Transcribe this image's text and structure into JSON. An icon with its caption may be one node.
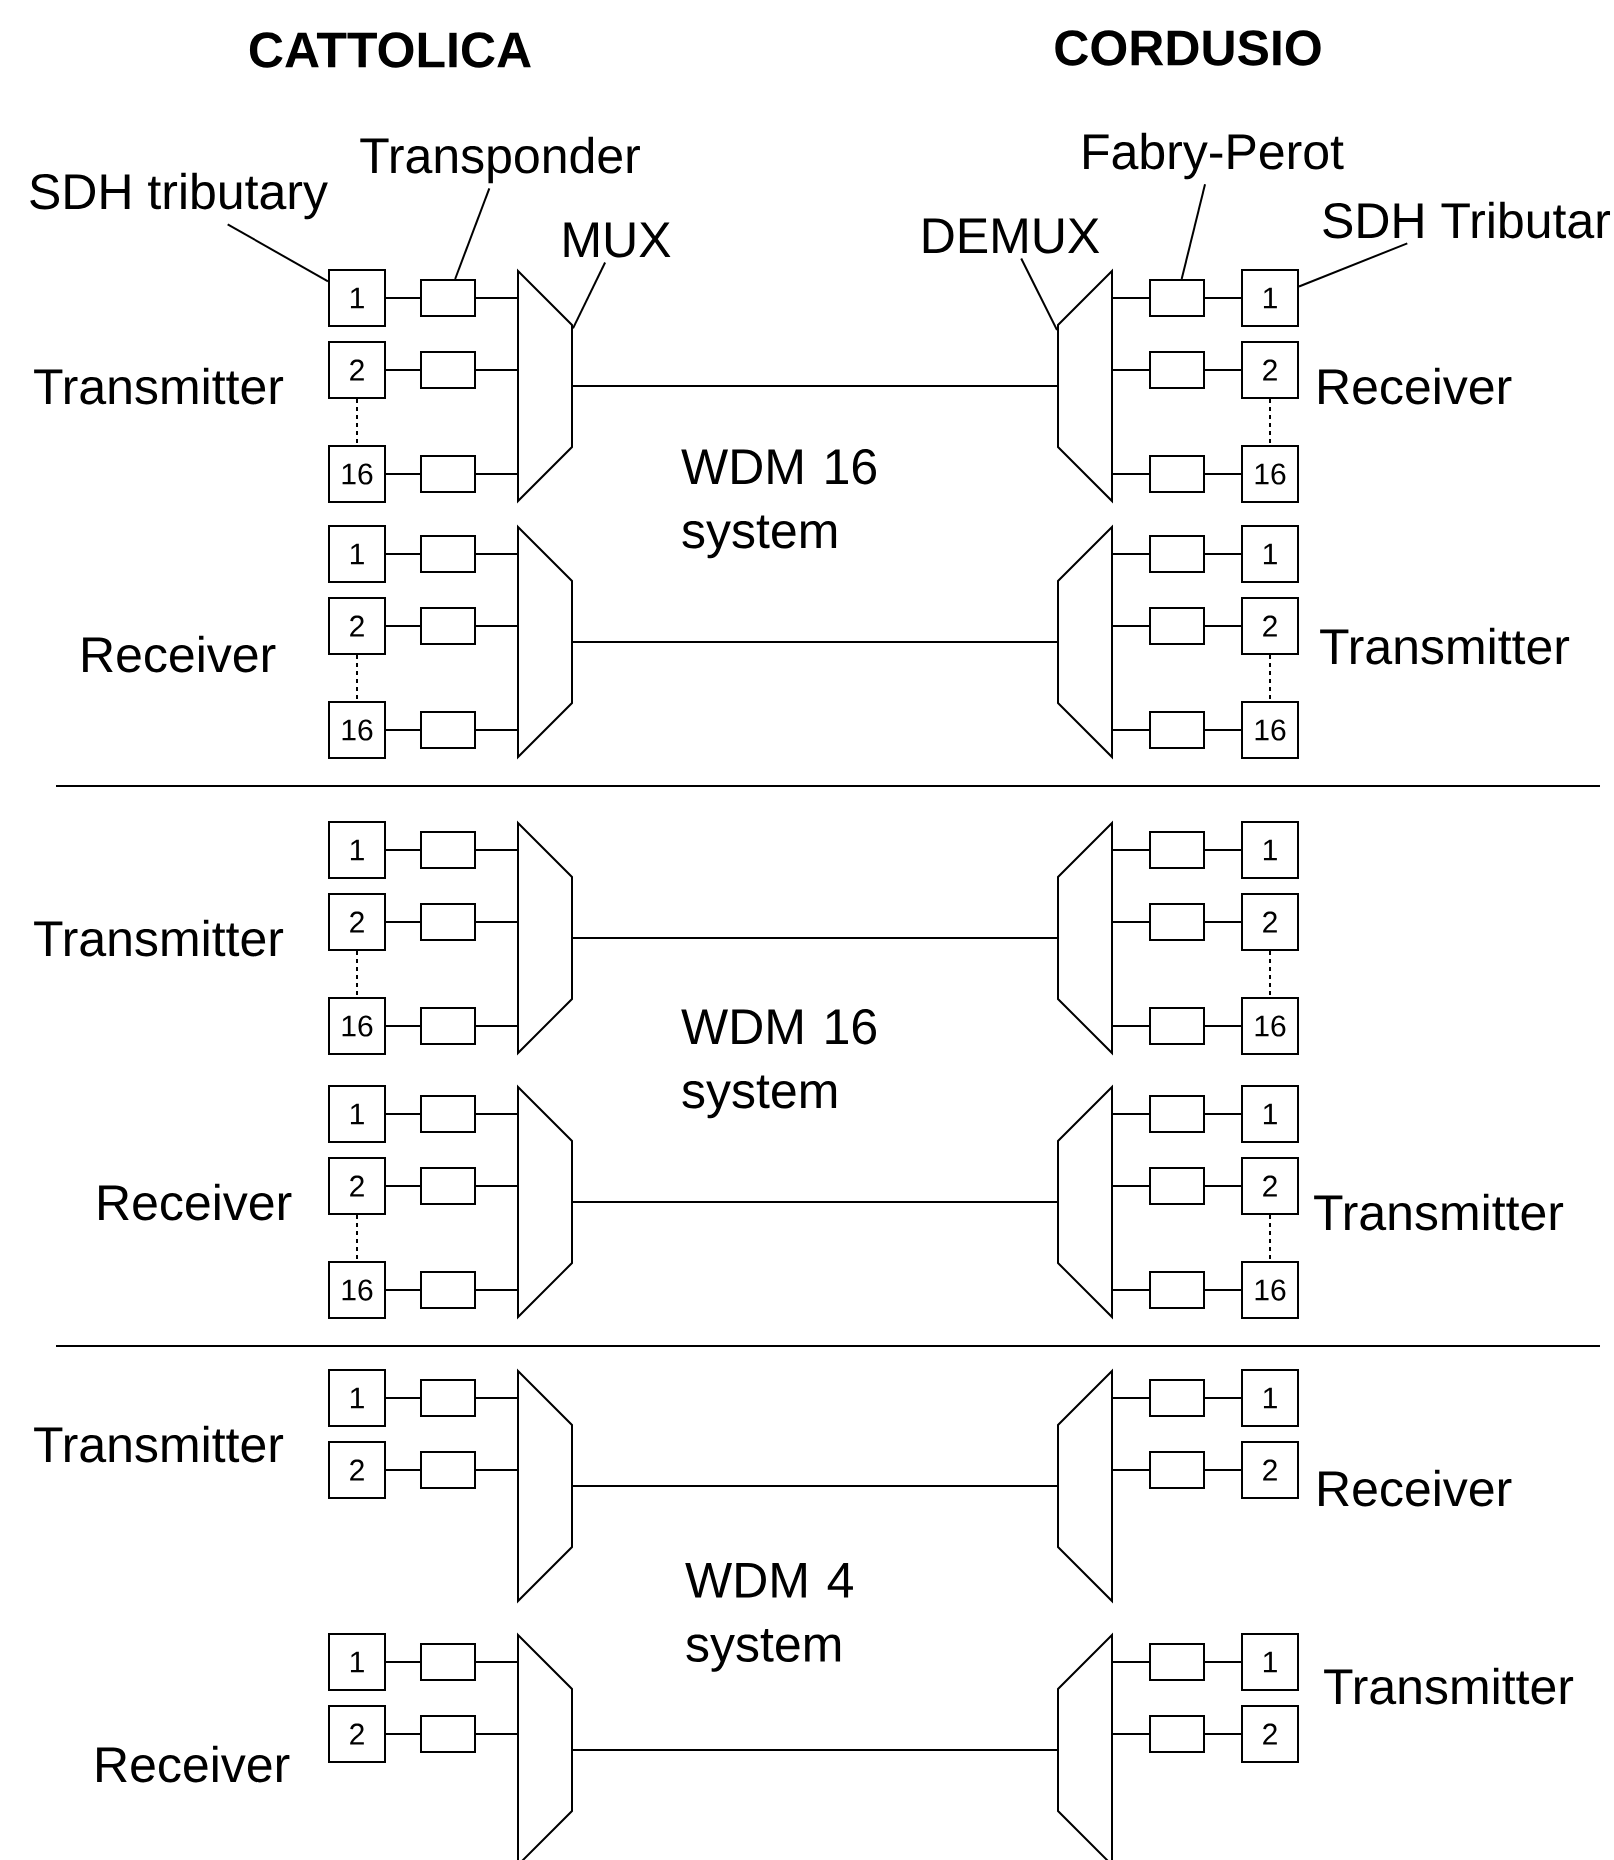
{
  "diagram": {
    "nodes": [
      {
        "text": [
          "SDH tributary"
        ]
      },
      {
        "text": [
          "Transponder"
        ]
      },
      {
        "text": [
          "MUX"
        ]
      },
      {
        "text": [
          "DEMUX"
        ]
      },
      {
        "text": [
          "Fabry-Perot"
        ]
      },
      {
        "text": [
          "SDH Tributar"
        ]
      },
      {
        "text": [
          "1"
        ]
      },
      {
        "text": [
          "2"
        ]
      },
      {
        "text": [
          "16"
        ]
      },
      {
        "text": [],
        "shape": "box"
      },
      {
        "text": [],
        "shape": "box"
      },
      {
        "text": [],
        "shape": "box"
      },
      {
        "text": [],
        "shape": "trapezoid"
      },
      {
        "text": [],
        "shape": "trapezoid"
      },
      {
        "text": [],
        "shape": "box"
      },
      {
        "text": [],
        "shape": "box"
      },
      {
        "text": [],
        "shape": "box"
      },
      {
        "text": [
          "1"
        ]
      },
      {
        "text": [
          "2"
        ]
      },
      {
        "text": [
          "16"
        ]
      },
      {
        "text": [
          "1"
        ]
      },
      {
        "text": [
          "2"
        ]
      },
      {
        "text": [
          "16"
        ]
      },
      {
        "text": [],
        "shape": "box"
      },
      {
        "text": [],
        "shape": "box"
      },
      {
        "text": [],
        "shape": "box"
      },
      {
        "text": [],
        "shape": "trapezoid"
      },
      {
        "text": [],
        "shape": "trapezoid"
      },
      {
        "text": [],
        "shape": "box"
      },
      {
        "text": [],
        "shape": "box"
      },
      {
        "text": [],
        "shape": "box"
      },
      {
        "text": [
          "1"
        ]
      },
      {
        "text": [
          "2"
        ]
      },
      {
        "text": [
          "16"
        ]
      },
      {
        "text": [
          "1"
        ]
      },
      {
        "text": [
          "2"
        ]
      },
      {
        "text": [
          "16"
        ]
      },
      {
        "text": [],
        "shape": "box"
      },
      {
        "text": [],
        "shape": "box"
      },
      {
        "text": [],
        "shape": "box"
      },
      {
        "text": [],
        "shape": "trapezoid"
      },
      {
        "text": [],
        "shape": "trapezoid"
      },
      {
        "text": [],
        "shape": "box"
      },
      {
        "text": [],
        "shape": "box"
      },
      {
        "text": [],
        "shape": "box"
      },
      {
        "text": [
          "1"
        ]
      },
      {
        "text": [
          "2"
        ]
      },
      {
        "text": [
          "16"
        ]
      },
      {
        "text": [
          "1"
        ]
      },
      {
        "text": [
          "2"
        ]
      },
      {
        "text": [
          "16"
        ]
      },
      {
        "text": [],
        "shape": "box"
      },
      {
        "text": [],
        "shape": "box"
      },
      {
        "text": [],
        "shape": "box"
      },
      {
        "text": [],
        "shape": "trapezoid"
      },
      {
        "text": [],
        "shape": "trapezoid"
      },
      {
        "text": [],
        "shape": "box"
      },
      {
        "text": [],
        "shape": "box"
      },
      {
        "text": [],
        "shape": "box"
      },
      {
        "text": [
          "1"
        ]
      },
      {
        "text": [
          "2"
        ]
      },
      {
        "text": [
          "16"
        ]
      },
      {
        "text": [
          "1"
        ]
      },
      {
        "text": [
          "2"
        ]
      },
      {
        "text": [],
        "shape": "box"
      },
      {
        "text": [],
        "shape": "box"
      },
      {
        "text": [],
        "shape": "trapezoid"
      },
      {
        "text": [],
        "shape": "trapezoid"
      },
      {
        "text": [],
        "shape": "box"
      },
      {
        "text": [],
        "shape": "box"
      },
      {
        "text": [
          "1"
        ]
      },
      {
        "text": [
          "2"
        ]
      },
      {
        "text": [
          "1"
        ]
      },
      {
        "text": [
          "2"
        ]
      },
      {
        "text": [],
        "shape": "box"
      },
      {
        "text": [],
        "shape": "box"
      },
      {
        "text": [],
        "shape": "trapezoid"
      },
      {
        "text": [],
        "shape": "trapezoid"
      },
      {
        "text": [],
        "shape": "box"
      },
      {
        "text": [],
        "shape": "box"
      },
      {
        "text": [
          "1"
        ]
      },
      {
        "text": [
          "2"
        ]
      }
    ],
    "edges": [
      {
        "from": 0,
        "to": 6,
        "arrow": "none"
      },
      {
        "from": 1,
        "to": 9,
        "arrow": "none"
      },
      {
        "from": 2,
        "to": 12,
        "arrow": "none"
      },
      {
        "from": 3,
        "to": 13,
        "arrow": "none"
      },
      {
        "from": 4,
        "to": 14,
        "arrow": "none"
      },
      {
        "from": 5,
        "to": 17,
        "arrow": "none"
      },
      {
        "from": 6,
        "to": 9,
        "arrow": "none"
      },
      {
        "from": 7,
        "to": 10,
        "arrow": "none"
      },
      {
        "from": 8,
        "to": 11,
        "arrow": "none"
      },
      {
        "from": 9,
        "to": 12,
        "arrow": "none"
      },
      {
        "from": 10,
        "to": 12,
        "arrow": "none"
      },
      {
        "from": 11,
        "to": 12,
        "arrow": "none"
      },
      {
        "from": 12,
        "to": 13,
        "arrow": "none"
      },
      {
        "from": 13,
        "to": 14,
        "arrow": "none"
      },
      {
        "from": 13,
        "to": 15,
        "arrow": "none"
      },
      {
        "from": 13,
        "to": 16,
        "arrow": "none"
      },
      {
        "from": 14,
        "to": 17,
        "arrow": "none"
      },
      {
        "from": 15,
        "to": 18,
        "arrow": "none"
      },
      {
        "from": 16,
        "to": 19,
        "arrow": "none"
      },
      {
        "from": 7,
        "to": 8,
        "arrow": "none",
        "style": "dashed"
      },
      {
        "from": 18,
        "to": 19,
        "arrow": "none",
        "style": "dashed"
      },
      {
        "from": 20,
        "to": 23,
        "arrow": "none"
      },
      {
        "from": 21,
        "to": 24,
        "arrow": "none"
      },
      {
        "from": 22,
        "to": 25,
        "arrow": "none"
      },
      {
        "from": 23,
        "to": 26,
        "arrow": "none"
      },
      {
        "from": 24,
        "to": 26,
        "arrow": "none"
      },
      {
        "from": 25,
        "to": 26,
        "arrow": "none"
      },
      {
        "from": 26,
        "to": 27,
        "arrow": "none"
      },
      {
        "from": 27,
        "to": 28,
        "arrow": "none"
      },
      {
        "from": 27,
        "to": 29,
        "arrow": "none"
      },
      {
        "from": 27,
        "to": 30,
        "arrow": "none"
      },
      {
        "from": 28,
        "to": 31,
        "arrow": "none"
      },
      {
        "from": 29,
        "to": 32,
        "arrow": "none"
      },
      {
        "from": 30,
        "to": 33,
        "arrow": "none"
      },
      {
        "from": 21,
        "to": 22,
        "arrow": "none",
        "style": "dashed"
      },
      {
        "from": 32,
        "to": 33,
        "arrow": "none",
        "style": "dashed"
      },
      {
        "from": 34,
        "to": 37,
        "arrow": "none"
      },
      {
        "from": 35,
        "to": 38,
        "arrow": "none"
      },
      {
        "from": 36,
        "to": 39,
        "arrow": "none"
      },
      {
        "from": 37,
        "to": 40,
        "arrow": "none"
      },
      {
        "from": 38,
        "to": 40,
        "arrow": "none"
      },
      {
        "from": 39,
        "to": 40,
        "arrow": "none"
      },
      {
        "from": 40,
        "to": 41,
        "arrow": "none"
      },
      {
        "from": 41,
        "to": 42,
        "arrow": "none"
      },
      {
        "from": 41,
        "to": 43,
        "arrow": "none"
      },
      {
        "from": 41,
        "to": 44,
        "arrow": "none"
      },
      {
        "from": 42,
        "to": 45,
        "arrow": "none"
      },
      {
        "from": 43,
        "to": 46,
        "arrow": "none"
      },
      {
        "from": 44,
        "to": 47,
        "arrow": "none"
      },
      {
        "from": 35,
        "to": 36,
        "arrow": "none",
        "style": "dashed"
      },
      {
        "from": 46,
        "to": 47,
        "arrow": "none",
        "style": "dashed"
      },
      {
        "from": 48,
        "to": 51,
        "arrow": "none"
      },
      {
        "from": 49,
        "to": 52,
        "arrow": "none"
      },
      {
        "from": 50,
        "to": 53,
        "arrow": "none"
      },
      {
        "from": 51,
        "to": 54,
        "arrow": "none"
      },
      {
        "from": 52,
        "to": 54,
        "arrow": "none"
      },
      {
        "from": 53,
        "to": 54,
        "arrow": "none"
      },
      {
        "from": 54,
        "to": 55,
        "arrow": "none"
      },
      {
        "from": 55,
        "to": 56,
        "arrow": "none"
      },
      {
        "from": 55,
        "to": 57,
        "arrow": "none"
      },
      {
        "from": 55,
        "to": 58,
        "arrow": "none"
      },
      {
        "from": 56,
        "to": 59,
        "arrow": "none"
      },
      {
        "from": 57,
        "to": 60,
        "arrow": "none"
      },
      {
        "from": 58,
        "to": 61,
        "arrow": "none"
      },
      {
        "from": 49,
        "to": 50,
        "arrow": "none",
        "style": "dashed"
      },
      {
        "from": 60,
        "to": 61,
        "arrow": "none",
        "style": "dashed"
      },
      {
        "from": 62,
        "to": 64,
        "arrow": "none"
      },
      {
        "from": 63,
        "to": 65,
        "arrow": "none"
      },
      {
        "from": 64,
        "to": 66,
        "arrow": "none"
      },
      {
        "from": 65,
        "to": 66,
        "arrow": "none"
      },
      {
        "from": 66,
        "to": 67,
        "arrow": "none"
      },
      {
        "from": 67,
        "to": 68,
        "arrow": "none"
      },
      {
        "from": 67,
        "to": 69,
        "arrow": "none"
      },
      {
        "from": 68,
        "to": 70,
        "arrow": "none"
      },
      {
        "from": 69,
        "to": 71,
        "arrow": "none"
      },
      {
        "from": 72,
        "to": 74,
        "arrow": "none"
      },
      {
        "from": 73,
        "to": 75,
        "arrow": "none"
      },
      {
        "from": 74,
        "to": 76,
        "arrow": "none"
      },
      {
        "from": 75,
        "to": 76,
        "arrow": "none"
      },
      {
        "from": 76,
        "to": 77,
        "arrow": "none"
      },
      {
        "from": 77,
        "to": 78,
        "arrow": "none"
      },
      {
        "from": 77,
        "to": 79,
        "arrow": "none"
      },
      {
        "from": 78,
        "to": 80,
        "arrow": "none"
      },
      {
        "from": 79,
        "to": 81,
        "arrow": "none"
      }
    ],
    "labels": [
      "CATTOLICA",
      "CORDUSIO",
      "Transmitter",
      "Receiver",
      "WDM 16 system",
      "Receiver",
      "Transmitter",
      "Transmitter",
      "WDM 16 system",
      "Receiver",
      "Transmitter",
      "Transmitter",
      "Receiver",
      "WDM 4 system",
      "Transmitter",
      "Receiver"
    ]
  }
}
